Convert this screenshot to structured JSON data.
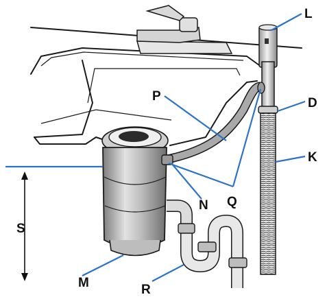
{
  "diagram": {
    "labels": {
      "L": "L",
      "D": "D",
      "P": "P",
      "K": "K",
      "N": "N",
      "Q": "Q",
      "S": "S",
      "M": "M",
      "R": "R"
    },
    "colors": {
      "leader_line": "#2a73c9",
      "outline": "#1a1a1a",
      "hose_fill": "#a9a9a9",
      "metal_light": "#d9d9d9",
      "metal_dark": "#8c8c8c"
    }
  }
}
